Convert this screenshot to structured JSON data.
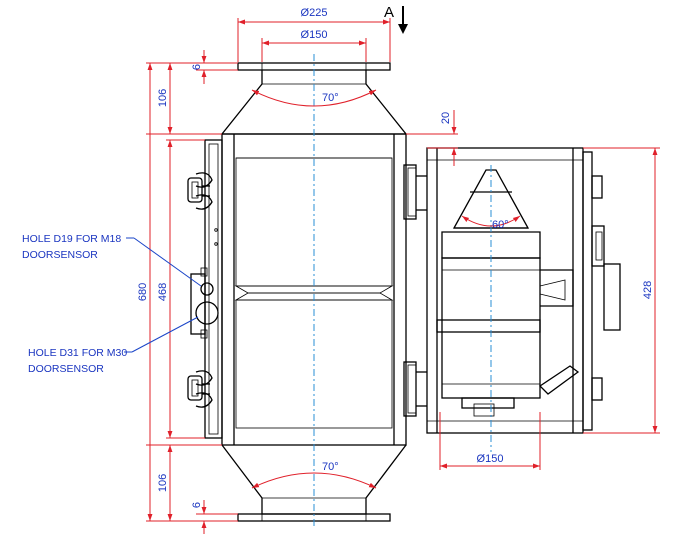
{
  "dimensions": {
    "outer_flange_diameter": "Ø225",
    "inner_duct_diameter": "Ø150",
    "top_cone_angle": "70°",
    "bottom_cone_angle": "70°",
    "top_flange_thickness": "6",
    "bottom_flange_thickness": "6",
    "top_transition_height": "106",
    "bottom_transition_height": "106",
    "overall_height": "680",
    "door_height": "468",
    "side_offset": "20",
    "side_view_height": "428",
    "nozzle_cone_angle": "60°",
    "side_outlet_diameter": "Ø150"
  },
  "view_marker": "A",
  "annotations": {
    "hole_d19": {
      "line1": "HOLE D19 FOR M18",
      "line2": "DOORSENSOR"
    },
    "hole_d31": {
      "line1": "HOLE D31 FOR M30",
      "line2": "DOORSENSOR"
    }
  },
  "colors": {
    "outline": "#000000",
    "dimension_line": "#e0202a",
    "dimension_text": "#1a35c0",
    "centerline": "#2a8fd6"
  }
}
